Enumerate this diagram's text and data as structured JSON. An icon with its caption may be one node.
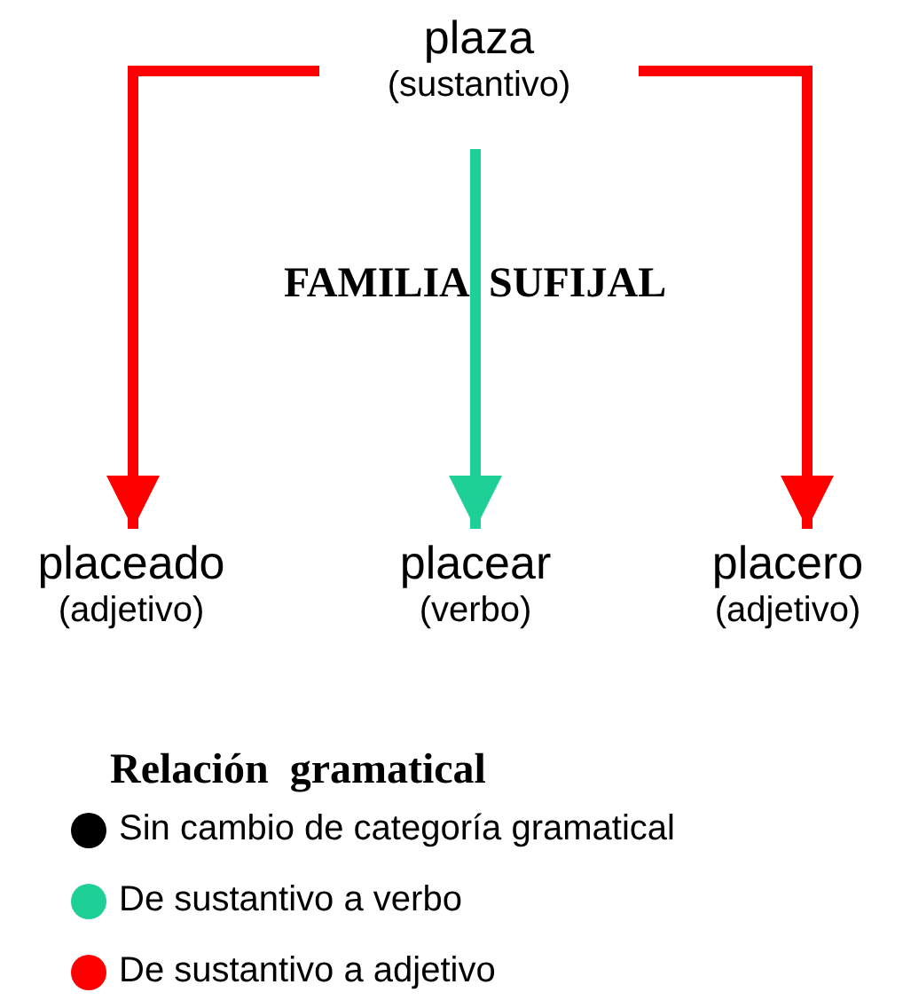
{
  "diagram": {
    "nodes": [
      {
        "text": [
          "plaza",
          "(sustantivo)"
        ]
      },
      {
        "text": [
          "placeado",
          "(adjetivo)"
        ]
      },
      {
        "text": [
          "placear",
          "(verbo)"
        ]
      },
      {
        "text": [
          "placero",
          "(adjetivo)"
        ]
      }
    ],
    "edges": [
      {
        "from": 0,
        "to": 1,
        "arrow": "to"
      },
      {
        "from": 0,
        "to": 2,
        "arrow": "to",
        "color": "#1ecf98"
      },
      {
        "from": 0,
        "to": 3,
        "arrow": "to"
      }
    ],
    "labels": [
      "FAMILIA SUFIJAL",
      "Relación gramatical"
    ],
    "legend": [
      {
        "text": "Sin cambio de categoría gramatical",
        "color": "#000000"
      },
      {
        "text": "De sustantivo a verbo",
        "color": "#1ecf98"
      },
      {
        "text": "De sustantivo a adjetivo",
        "color": "#ff0000"
      }
    ]
  }
}
